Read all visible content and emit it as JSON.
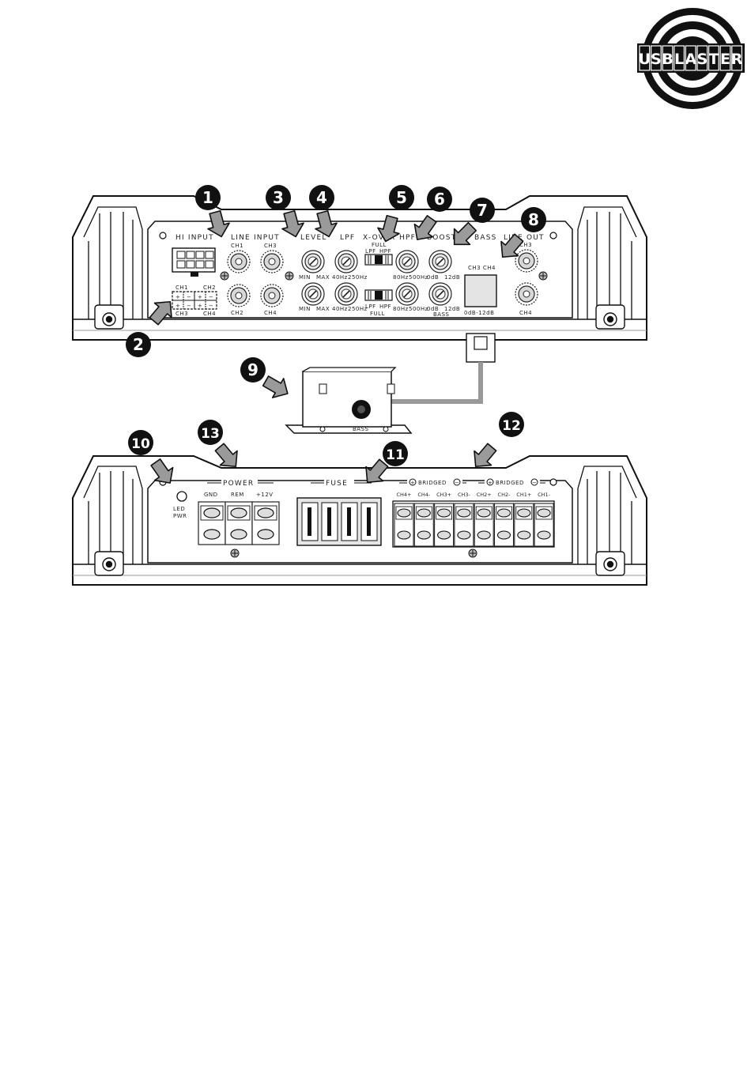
{
  "logo": {
    "text": "USBLASTER",
    "letters": [
      "U",
      "S",
      "B",
      "L",
      "A",
      "S",
      "T",
      "E",
      "R"
    ]
  },
  "top_panel": {
    "hi_input": "HI INPUT",
    "line_input": "LINE INPUT",
    "level": "LEVEL",
    "lpf": "LPF",
    "xover": "X-OVER",
    "hpf": "HPF",
    "boost": "BOOST",
    "bass": "BASS",
    "line_out": "LINE OUT",
    "ch1": "CH1",
    "ch2": "CH2",
    "ch3": "CH3",
    "ch4": "CH4",
    "min": "MIN",
    "max": "MAX",
    "lpf_lo": "40Hz",
    "lpf_hi": "250Hz",
    "hpf_lo": "80Hz",
    "hpf_hi": "500Hz",
    "boost_lo": "0dB",
    "boost_hi": "12dB",
    "sw_lpf": "LPF",
    "sw_hpf": "HPF",
    "sw_full": "FULL",
    "bass_range": "0dB-12dB",
    "bass_ch": "CH3  CH4",
    "plus": "+",
    "minus": "−"
  },
  "remote": {
    "label": "BASS"
  },
  "bottom_panel": {
    "led": "LED",
    "pwr": "PWR",
    "power": "POWER",
    "gnd": "GND",
    "rem": "REM",
    "v12": "+12V",
    "fuse": "FUSE",
    "bridged": "BRIDGED",
    "terminals": [
      "CH4+",
      "CH4-",
      "CH3+",
      "CH3-",
      "CH2+",
      "CH2-",
      "CH1+",
      "CH1-"
    ]
  },
  "callouts": [
    "1",
    "2",
    "3",
    "4",
    "5",
    "6",
    "7",
    "8",
    "9",
    "10",
    "11",
    "12",
    "13"
  ]
}
